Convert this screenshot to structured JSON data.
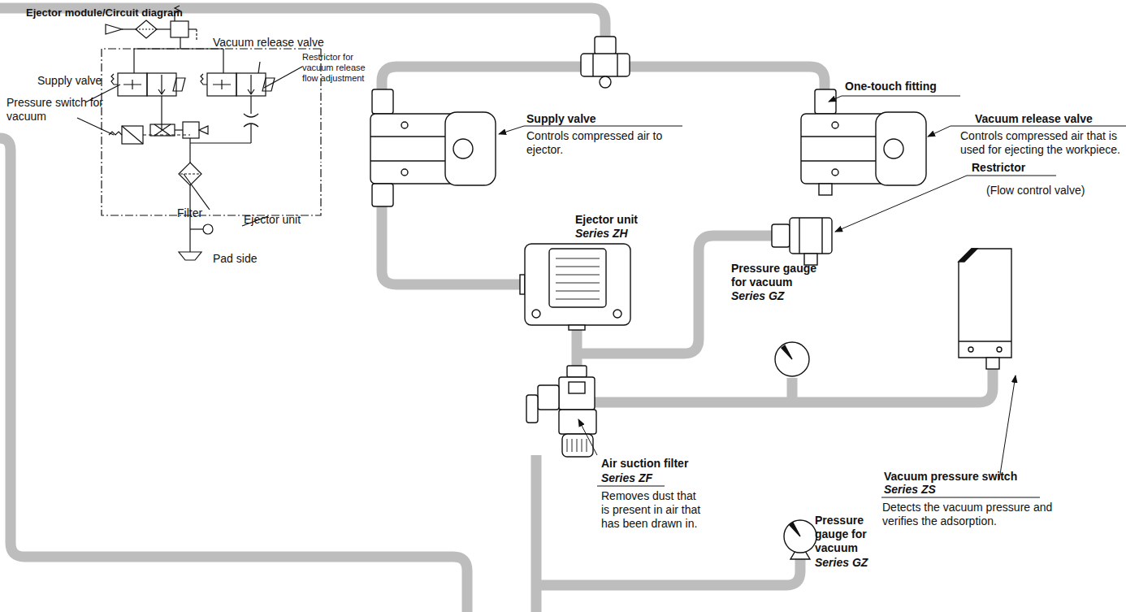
{
  "diagram": {
    "labels": [
      "Ejector module/Circuit diagram",
      "Vacuum release valve",
      "Restrictor for vacuum release flow adjustment",
      "Supply valve",
      "Pressure switch for vacuum",
      "Filter",
      "Ejector unit",
      "Pad side",
      "One-touch fitting",
      "Supply valve",
      "Controls compressed air to ejector.",
      "Vacuum release valve",
      "Controls compressed air that is used for ejecting the workpiece.",
      "Ejector unit",
      "Series ZH",
      "Restrictor",
      "(Flow control valve)",
      "Pressure gauge for vacuum",
      "Series GZ",
      "Vacuum pressure switch",
      "Series ZS",
      "Detects the vacuum pressure and verifies the adsorption.",
      "Air suction filter",
      "Series ZF",
      "Removes dust that is present in air that has been drawn in.",
      "Pressure gauge for vacuum",
      "Series GZ"
    ]
  }
}
